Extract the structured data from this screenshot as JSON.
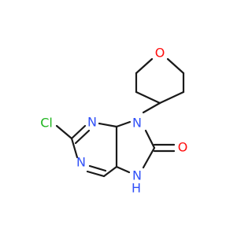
{
  "molecule": {
    "atoms": {
      "ring_oxygen": {
        "label": "O",
        "color": "#ff0d0d"
      },
      "chlorine": {
        "label": "Cl",
        "color": "#1fb51f"
      },
      "n3": {
        "label": "N",
        "color": "#3050f8"
      },
      "n9": {
        "label": "N",
        "color": "#3050f8"
      },
      "n1": {
        "label": "N",
        "color": "#3050f8"
      },
      "carbonyl_oxygen": {
        "label": "O",
        "color": "#ff0d0d"
      },
      "nh": {
        "label": "N",
        "color": "#3050f8"
      },
      "nh_hydrogen": {
        "label": "H",
        "color": "#3050f8"
      }
    },
    "bond_color": "#1a1a1a"
  }
}
